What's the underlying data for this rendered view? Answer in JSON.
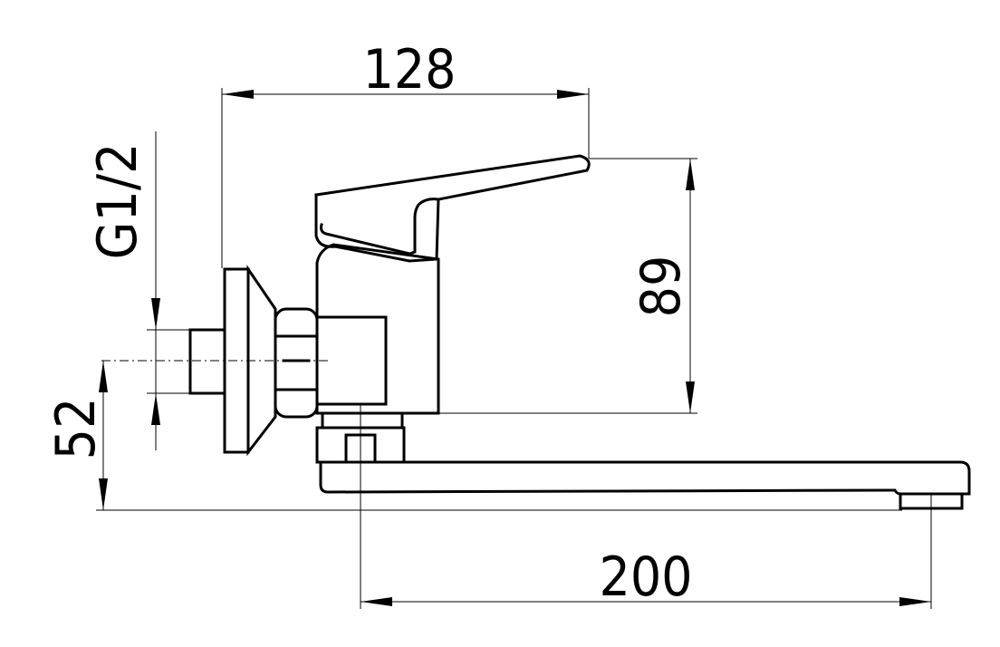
{
  "drawing": {
    "dimensions": {
      "width_top": "128",
      "thread": "G1/2",
      "height_right": "89",
      "height_left": "52",
      "spout_reach": "200"
    }
  }
}
